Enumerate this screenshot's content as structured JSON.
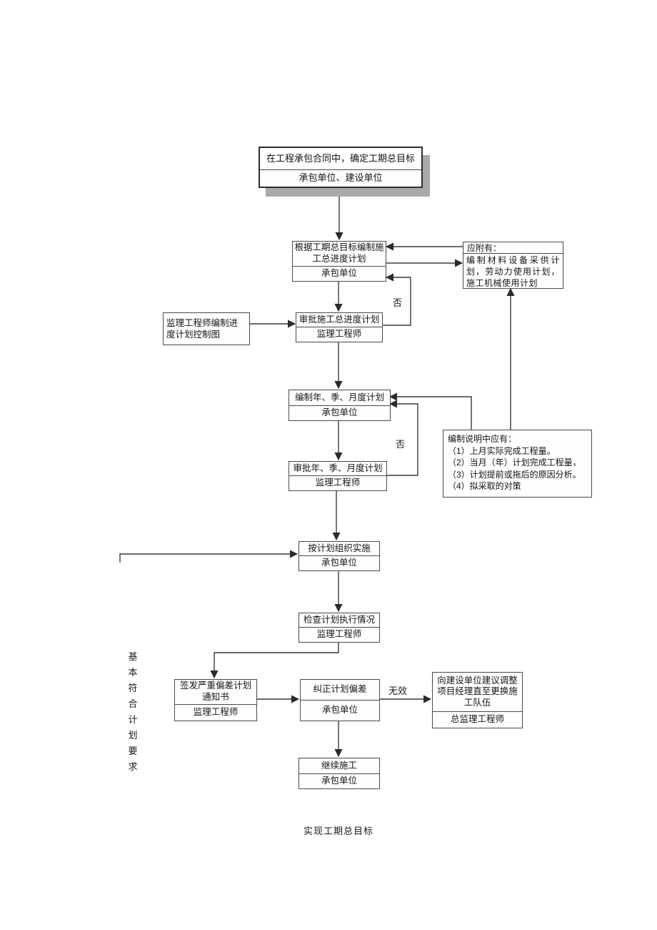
{
  "colors": {
    "line": "#3a3a3a",
    "box_border": "#4a4a4a",
    "shadow": "#a9a9a9",
    "background": "#ffffff"
  },
  "nodes": {
    "contract": {
      "title": "在工程承包合同中，确定工期总目标",
      "actor": "承包单位、建设单位"
    },
    "compile_master": {
      "title": "根据工期总目标编制施工总进度计划",
      "actor": "承包单位"
    },
    "attachments": {
      "header": "应附有：",
      "body": "编制材料设备采供计划，劳动力使用计划，施工机械使用计划"
    },
    "supervisor_chart": {
      "title": "监理工程师编制进度计划控制图"
    },
    "approve_master": {
      "title": "审批施工总进度计划",
      "actor": "监理工程师"
    },
    "compile_periodic": {
      "title": "编制年、季、月度计划",
      "actor": "承包单位"
    },
    "notes": {
      "header": "编制说明中应有：",
      "items": [
        "（1）上月实际完成工程量。",
        "（2）当月（年）计划完成工程量，",
        "（3）计划提前或拖后的原因分析。",
        "（4）拟采取的对策"
      ]
    },
    "approve_periodic": {
      "title": "审批年、季、月度计划",
      "actor": "监理工程师"
    },
    "implement": {
      "title": "按计划组织实施",
      "actor": "承包单位"
    },
    "inspect": {
      "title": "检查计划执行情况",
      "actor": "监理工程师"
    },
    "issue_notice": {
      "title": "签发严重偏差计划通知书",
      "actor": "监理工程师"
    },
    "correct": {
      "title": "纠正计划偏差",
      "actor": "承包单位"
    },
    "suggest_change": {
      "title": "向建设单位建议调整项目经理直至更换施工队伍",
      "actor": "总监理工程师"
    },
    "continue_work": {
      "title": "继续施工",
      "actor": "承包单位"
    }
  },
  "labels": {
    "no_master": "否",
    "no_periodic": "否",
    "invalid": "无效",
    "side_note": "基本符合计划要求",
    "goal": "实现工期总目标"
  }
}
